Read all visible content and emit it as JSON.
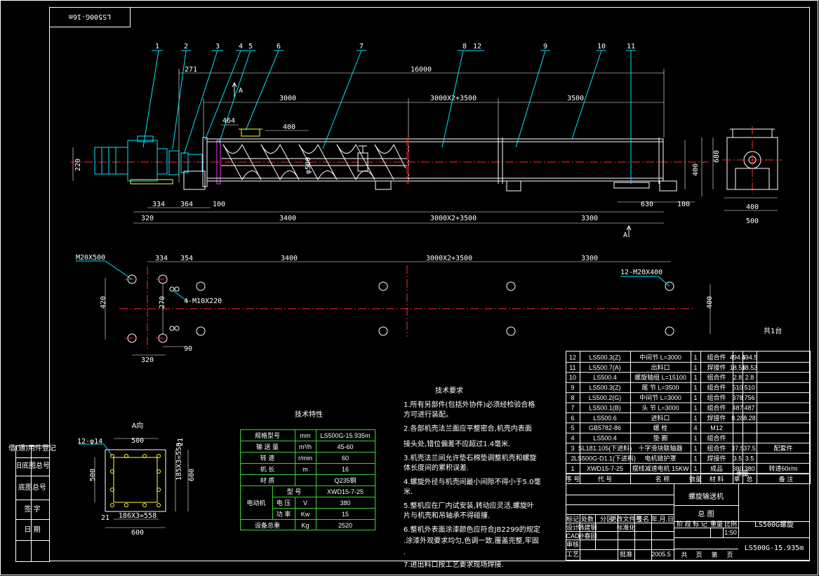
{
  "drawing": {
    "stamp_mirrored": "LS500G-16m",
    "total_length": "16000",
    "dim_271": "271",
    "section_mark_a": "A",
    "sections_top": [
      "3000",
      "3000X2+3500",
      "3500"
    ],
    "pitch": "400",
    "dim_464": "464",
    "dia": "φ500",
    "dim_220": "220",
    "dim_334": "334",
    "dim_364": "364",
    "dim_100": "100",
    "dim_320": "320",
    "bottom_dims": [
      "3400",
      "3000X2+3500",
      "3300"
    ],
    "dim_630": "630",
    "dim_100b": "100",
    "end_dims": {
      "h680": "680",
      "h400": "400",
      "w400": "400",
      "w500": "500"
    }
  },
  "part_numbers": [
    "1",
    "2",
    "3",
    "4",
    "5",
    "6",
    "7",
    "8",
    "12",
    "9",
    "10",
    "11"
  ],
  "foundation": {
    "bolt_left": "M20X500",
    "bolt_small": "4-M10X220",
    "bolt_right": "12-M20X400",
    "dims": [
      "334",
      "354",
      "3400",
      "3000X2+3500",
      "3300"
    ],
    "v420": "420",
    "v270": "270",
    "v400": "400",
    "h90": "90",
    "h320": "320",
    "count": "共1台"
  },
  "view_a": {
    "title": "A向",
    "holes": "12-φ14",
    "w500": "500",
    "h500": "500",
    "h600": "600",
    "side_dim": "185X3=558",
    "bottom_dim": "186X3=558",
    "w600": "600",
    "d21": "21",
    "d21b": "21"
  },
  "tech_specs": {
    "title": "技术特性",
    "rows": [
      [
        "规格型号",
        "mm",
        "LS500G-15.935m"
      ],
      [
        "输 送 量",
        "m³/h",
        "45-60"
      ],
      [
        "转  速",
        "r/min",
        "60"
      ],
      [
        "机  长",
        "m",
        "16"
      ],
      [
        "材  质",
        "",
        "Q235钢"
      ]
    ],
    "motor_group": "电动机",
    "motor_rows": [
      [
        "型  号",
        "",
        "XWD15-7-25"
      ],
      [
        "电 压",
        "V",
        "380"
      ],
      [
        "功 率",
        "Kw",
        "15"
      ]
    ],
    "weight": [
      "设备总重",
      "Kg",
      "2520"
    ]
  },
  "requirements": {
    "title": "技术要求",
    "lines": [
      "1.所有另部件(包括外协件)必须经检验合格",
      "方可进行装配。",
      "2.各部机壳法兰面应平整密合,机壳内表面",
      "接头处,错位偏差不应超过1.4毫米.",
      "3.机壳法兰间允许垫石棉垫调整机壳和螺旋",
      "体长度间的累积误差.",
      "4.螺旋外径与机壳间最小间隙不得小于5.0毫",
      "米.",
      "5.整机应在厂内试安装,转动应灵活,螺旋叶",
      "片与机壳和吊轴承不得碰撞.",
      "6.整机外表面涂漆颜色应符合JB2299的规定",
      ".涂漆外观要求均匀,色调一致,覆盖完整,牢固",
      ".",
      "7.进出料口按工艺要求现场焊接."
    ]
  },
  "bom": {
    "rows": [
      [
        "12",
        "LS500.3(Z)",
        "中间节  L=3000",
        "1",
        "组合件",
        "494.5",
        "494.5",
        ""
      ],
      [
        "11",
        "LS500.7(A)",
        "出料口",
        "1",
        "焊接件",
        "18.53",
        "18.53",
        ""
      ],
      [
        "10",
        "LS500.4",
        "螺旋轴组 L=15100",
        "1",
        "组合件",
        "2.8",
        "2.8",
        ""
      ],
      [
        "9",
        "LS500.3(Z)",
        "尾  节 L=3500",
        "1",
        "组合件",
        "510",
        "510",
        ""
      ],
      [
        "8",
        "LS500.2(G)",
        "中间节  L=3000",
        "1",
        "组合件",
        "378",
        "756",
        ""
      ],
      [
        "7",
        "LS500.1(B)",
        "头  节 L=3000",
        "1",
        "组合件",
        "487",
        "487",
        ""
      ],
      [
        "6",
        "LS500.6",
        "进料口",
        "1",
        "焊接件",
        "8.28",
        "8.28",
        ""
      ],
      [
        "5",
        "GB5782-86",
        "螺  栓",
        "4",
        "M12",
        "",
        "",
        ""
      ],
      [
        "4",
        "LS500.4",
        "垫  圈",
        "1",
        "组合件",
        "",
        "",
        ""
      ],
      [
        "3",
        "SL181.105(下进料)",
        "十字滑块联轴器",
        "1",
        "组合件",
        "37.5",
        "37.5",
        "配套件"
      ],
      [
        "2",
        "LS500G-D1.1(下进料)",
        "电机链护罩",
        "1",
        "焊接件",
        "3.5",
        "3.5",
        ""
      ],
      [
        "1",
        "XWD15-7-25",
        "摆线减速电机 15KW",
        "1",
        "成品",
        "380",
        "380",
        "转速60r/m"
      ]
    ],
    "header": [
      "序 号",
      "代   号",
      "名     称",
      "数量",
      "材 料",
      "单",
      "总",
      "备 注"
    ],
    "header_sub": "重量"
  },
  "title_block": {
    "name": "螺旋输送机",
    "subname": "总    图",
    "code": "LS500G螺旋",
    "drawing_no": "LS500G-15.935m",
    "labels": [
      "标记",
      "处数",
      "分区",
      "更改文件号",
      "签名",
      "年.月.日"
    ],
    "roles": [
      "设计",
      "CAD",
      "审核",
      "工艺"
    ],
    "names": [
      "韩建钢",
      "孙春园"
    ],
    "std": "标准化",
    "approve": "批准",
    "date": "2005.5",
    "stage": [
      "阶 段 标 记",
      "重量",
      "比例"
    ],
    "scale": "1:50",
    "sheet": [
      "共",
      "页",
      "第",
      "页"
    ]
  },
  "left_strip": [
    "借(通)用件登记",
    "旧底图总号",
    "底图总号",
    "签  字",
    "日  期"
  ]
}
